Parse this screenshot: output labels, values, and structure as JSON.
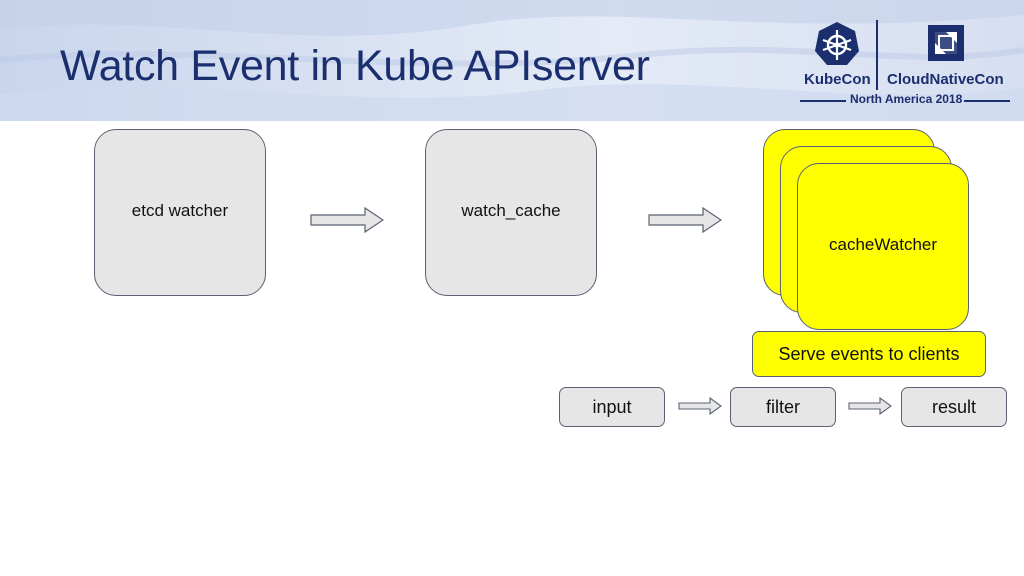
{
  "header": {
    "title": "Watch Event in Kube APIserver",
    "logo": {
      "left_name": "KubeCon",
      "right_name": "CloudNativeCon",
      "subtitle": "North America 2018",
      "left_icon": "helm-wheel-icon",
      "right_icon": "cncf-icon"
    }
  },
  "diagram": {
    "nodes": {
      "etcd_watcher": "etcd watcher",
      "watch_cache": "watch_cache",
      "cache_watcher": "cacheWatcher",
      "serve_events": "Serve events to clients"
    },
    "pipeline": {
      "input": "input",
      "filter": "filter",
      "result": "result"
    },
    "arrows": [
      "etcd watcher → watch_cache",
      "watch_cache → cacheWatcher",
      "input → filter",
      "filter → result"
    ]
  },
  "colors": {
    "title": "#1b2f6e",
    "node_gray": "#e6e6e6",
    "node_yellow": "#ffff00",
    "border": "#5a6272",
    "banner": "#d9e2f3"
  }
}
